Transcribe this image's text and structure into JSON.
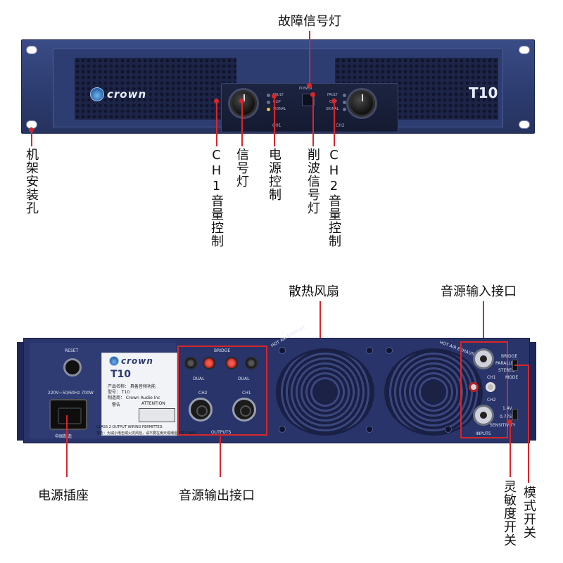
{
  "front": {
    "brand": "crown",
    "model": "T10",
    "ch1_label": "CH1",
    "ch2_label": "CH2",
    "led_fault": "FAULT",
    "led_clip": "CLIP",
    "led_signal": "SIGNAL",
    "power_label": "POWER"
  },
  "rear": {
    "brand": "crown",
    "model": "T10",
    "reset_label": "RESET",
    "voltage_label": "220V~50/60Hz 700W",
    "product_name_line": "产品名称：   具备音频功能",
    "model_line": "型号：   T10",
    "maker_line": "制造商：   Crown Audio Inc",
    "warning_cn": "警告",
    "attention": "ATTENTION",
    "class2_text": "CLASS 2 OUTPUT WIRING PERMITTED.",
    "caution_cn": "警告：为减小电击或火灾风险，请不要在雨天或潮湿环境下使用。",
    "made_in": "中国制造",
    "bridge_label": "BRIDGE",
    "dual_label": "DUAL",
    "ch1_label": "CH1",
    "ch2_label": "CH2",
    "outputs_label": "OUTPUTS",
    "hot_air_exhaust": "HOT AIR EXHAUST",
    "inputs_label": "INPUTS",
    "bridge_mode": "BRIDGE",
    "parallel_mode": "PARALLEL",
    "stereo_mode": "STEREO",
    "mode_label": "MODE",
    "sens_1v4": "1.4V",
    "sens_0775": "0.775V",
    "sensitivity_label": "SENSITIVITY"
  },
  "callouts": {
    "fault_light": "故障信号灯",
    "rack_hole": "机架安装孔",
    "ch1_volume": "CH1音量控制",
    "signal_light": "信号灯",
    "power_control": "电源控制",
    "clip_light": "削波信号灯",
    "ch2_volume": "CH2音量控制",
    "cooling_fan": "散热风扇",
    "audio_input": "音源输入接口",
    "power_socket": "电源插座",
    "audio_output": "音源输出接口",
    "sensitivity_switch": "灵敏度开关",
    "mode_switch": "模式开关"
  },
  "colors": {
    "callout_line": "#d8262a",
    "panel": "#2c3b6e"
  }
}
